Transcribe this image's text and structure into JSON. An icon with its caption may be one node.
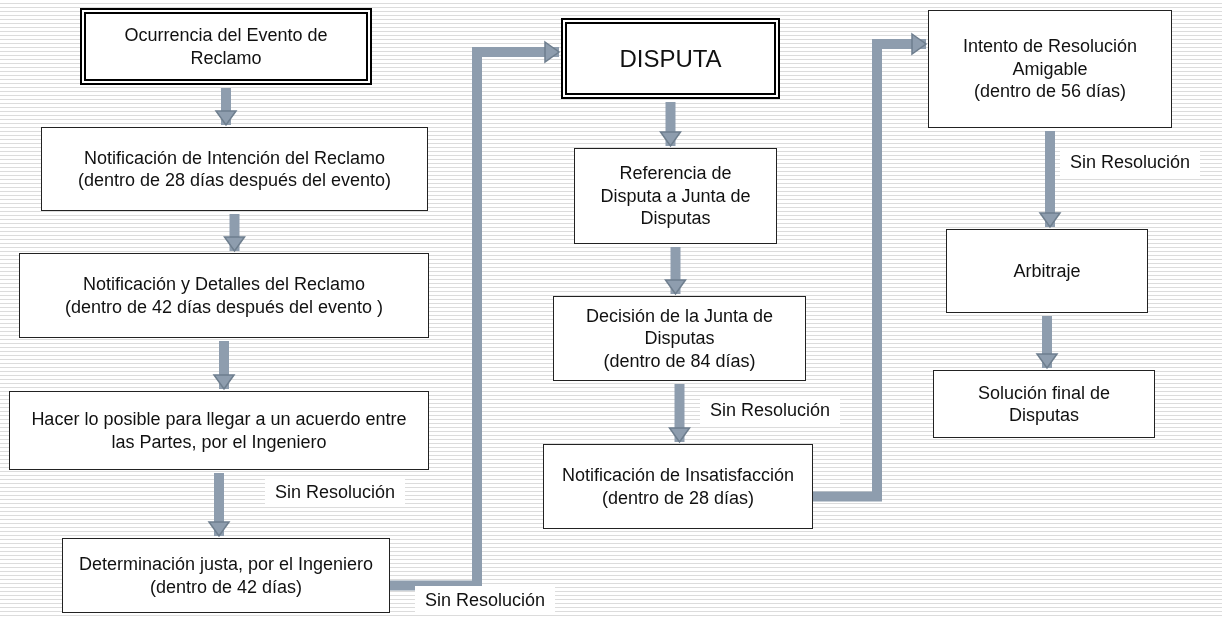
{
  "diagram": {
    "nodes": [
      {
        "text": [
          "Ocurrencia del Evento de Reclamo"
        ]
      },
      {
        "text": [
          "Notificación de Intención del Reclamo",
          "(dentro de 28 días después del evento)"
        ]
      },
      {
        "text": [
          "Notificación y Detalles del Reclamo",
          "(dentro de 42 días después del evento )"
        ]
      },
      {
        "text": [
          "Hacer lo posible para llegar a un acuerdo entre las Partes, por el Ingeniero"
        ]
      },
      {
        "text": [
          "Determinación justa, por el Ingeniero (dentro de 42 días)"
        ]
      },
      {
        "text": [
          "DISPUTA"
        ]
      },
      {
        "text": [
          "Referencia de Disputa a Junta de Disputas"
        ]
      },
      {
        "text": [
          "Decisión de la Junta de Disputas",
          "(dentro de 84 días)"
        ]
      },
      {
        "text": [
          "Notificación de Insatisfacción",
          "(dentro de 28 días)"
        ]
      },
      {
        "text": [
          "Intento de Resolución Amigable",
          "(dentro de 56 días)"
        ]
      },
      {
        "text": [
          "Arbitraje"
        ]
      },
      {
        "text": [
          "Solución final de Disputas"
        ]
      }
    ],
    "edges": [
      {
        "from": 0,
        "to": 1,
        "arrow": "to"
      },
      {
        "from": 1,
        "to": 2,
        "arrow": "to"
      },
      {
        "from": 2,
        "to": 3,
        "arrow": "to"
      },
      {
        "from": 3,
        "to": 4,
        "arrow": "to",
        "label": "Sin Resolución"
      },
      {
        "from": 4,
        "to": 5,
        "arrow": "to",
        "label": "Sin Resolución"
      },
      {
        "from": 5,
        "to": 6,
        "arrow": "to"
      },
      {
        "from": 6,
        "to": 7,
        "arrow": "to"
      },
      {
        "from": 7,
        "to": 8,
        "arrow": "to",
        "label": "Sin Resolución"
      },
      {
        "from": 8,
        "to": 9,
        "arrow": "to"
      },
      {
        "from": 9,
        "to": 10,
        "arrow": "to",
        "label": "Sin Resolución"
      },
      {
        "from": 10,
        "to": 11,
        "arrow": "to"
      }
    ]
  }
}
